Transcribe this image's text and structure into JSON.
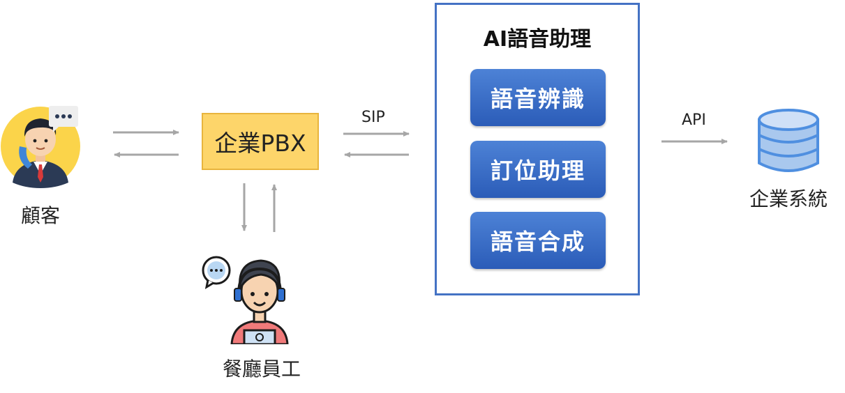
{
  "nodes": {
    "customer": {
      "label": "顧客",
      "icon": "customer-phone-icon"
    },
    "pbx": {
      "label": "企業PBX"
    },
    "staff": {
      "label": "餐廳員工",
      "icon": "staff-headset-icon"
    },
    "ai": {
      "title": "AI語音助理",
      "modules": [
        "語音辨識",
        "訂位助理",
        "語音合成"
      ]
    },
    "enterprise": {
      "label": "企業系統",
      "icon": "database-icon"
    }
  },
  "edges": {
    "sip_label": "SIP",
    "api_label": "API"
  },
  "colors": {
    "pbx_fill": "#fdd56a",
    "ai_border": "#4472c4",
    "module_fill": "#2f62be",
    "database": "#5b9bd5",
    "arrow": "#a6a6a6"
  }
}
